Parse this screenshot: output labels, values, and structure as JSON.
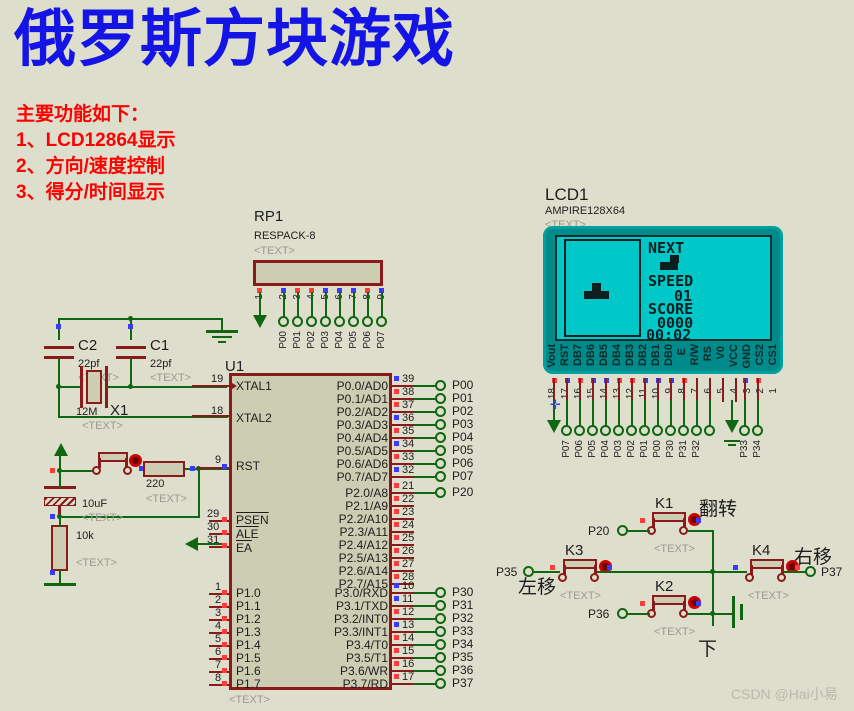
{
  "header": {
    "title": "俄罗斯方块游戏",
    "features_heading": "主要功能如下：",
    "features": [
      "1、LCD12864显示",
      "2、方向/速度控制",
      "3、得分/时间显示"
    ]
  },
  "watermark": "CSDN @Hai小易",
  "respack": {
    "ref": "RP1",
    "value": "RESPACK-8",
    "text_marker": "<TEXT>",
    "pin_numbers": [
      "1",
      "2",
      "3",
      "4",
      "5",
      "6",
      "7",
      "8",
      "9"
    ],
    "net_labels": [
      "P00",
      "P01",
      "P02",
      "P03",
      "P04",
      "P05",
      "P06",
      "P07"
    ]
  },
  "oscillator": {
    "c2_ref": "C2",
    "c2_value": "22pf",
    "c2_text": "<TEXT>",
    "c1_ref": "C1",
    "c1_value": "22pf",
    "c1_text": "<TEXT>",
    "x1_ref": "X1",
    "x1_value": "12M",
    "x1_text": "<TEXT>",
    "xtal1_pin": "19",
    "xtal2_pin": "18"
  },
  "reset": {
    "cap_value": "10uF",
    "cap_text": "<TEXT>",
    "res_value": "10k",
    "res_text": "<TEXT>",
    "series_res_value": "220",
    "series_res_text": "<TEXT>",
    "rst_pin": "9"
  },
  "mcu": {
    "ref": "U1",
    "text_marker": "<TEXT>",
    "left_pins": [
      {
        "num": "19",
        "label": "XTAL1"
      },
      {
        "num": "18",
        "label": "XTAL2"
      },
      {
        "num": "9",
        "label": "RST"
      },
      {
        "num": "29",
        "label": "PSEN",
        "overline": true
      },
      {
        "num": "30",
        "label": "ALE",
        "overline": true
      },
      {
        "num": "31",
        "label": "EA",
        "overline": true
      },
      {
        "num": "1",
        "label": "P1.0"
      },
      {
        "num": "2",
        "label": "P1.1"
      },
      {
        "num": "3",
        "label": "P1.2"
      },
      {
        "num": "4",
        "label": "P1.3"
      },
      {
        "num": "5",
        "label": "P1.4"
      },
      {
        "num": "6",
        "label": "P1.5"
      },
      {
        "num": "7",
        "label": "P1.6"
      },
      {
        "num": "8",
        "label": "P1.7"
      }
    ],
    "port0": [
      {
        "num": "39",
        "label": "P0.0/AD0",
        "net": "P00"
      },
      {
        "num": "38",
        "label": "P0.1/AD1",
        "net": "P01"
      },
      {
        "num": "37",
        "label": "P0.2/AD2",
        "net": "P02"
      },
      {
        "num": "36",
        "label": "P0.3/AD3",
        "net": "P03"
      },
      {
        "num": "35",
        "label": "P0.4/AD4",
        "net": "P04"
      },
      {
        "num": "34",
        "label": "P0.5/AD5",
        "net": "P05"
      },
      {
        "num": "33",
        "label": "P0.6/AD6",
        "net": "P06"
      },
      {
        "num": "32",
        "label": "P0.7/AD7",
        "net": "P07"
      }
    ],
    "port2": [
      {
        "num": "21",
        "label": "P2.0/A8",
        "net": "P20"
      },
      {
        "num": "22",
        "label": "P2.1/A9",
        "net": ""
      },
      {
        "num": "23",
        "label": "P2.2/A10",
        "net": ""
      },
      {
        "num": "24",
        "label": "P2.3/A11",
        "net": ""
      },
      {
        "num": "25",
        "label": "P2.4/A12",
        "net": ""
      },
      {
        "num": "26",
        "label": "P2.5/A13",
        "net": ""
      },
      {
        "num": "27",
        "label": "P2.6/A14",
        "net": ""
      },
      {
        "num": "28",
        "label": "P2.7/A15",
        "net": ""
      }
    ],
    "port3": [
      {
        "num": "10",
        "label": "P3.0/RXD",
        "net": "P30"
      },
      {
        "num": "11",
        "label": "P3.1/TXD",
        "net": "P31"
      },
      {
        "num": "12",
        "label": "P3.2/INT0",
        "net": "P32"
      },
      {
        "num": "13",
        "label": "P3.3/INT1",
        "net": "P33"
      },
      {
        "num": "14",
        "label": "P3.4/T0",
        "net": "P34"
      },
      {
        "num": "15",
        "label": "P3.5/T1",
        "net": "P35"
      },
      {
        "num": "16",
        "label": "P3.6/WR",
        "net": "P36"
      },
      {
        "num": "17",
        "label": "P3.7/RD",
        "net": "P37"
      }
    ]
  },
  "lcd": {
    "ref": "LCD1",
    "model": "AMPIRE128X64",
    "text_marker": "<TEXT>",
    "screen": {
      "next_label": "NEXT",
      "speed_label": "SPEED",
      "speed_value": "01",
      "score_label": "SCORE",
      "score_value": "0000",
      "time_value": "00:02"
    },
    "pins": [
      {
        "num": "18",
        "label": "Vout",
        "net": ""
      },
      {
        "num": "17",
        "label": "RST",
        "net": ""
      },
      {
        "num": "16",
        "label": "DB7",
        "net": "P07"
      },
      {
        "num": "15",
        "label": "DB6",
        "net": "P06"
      },
      {
        "num": "14",
        "label": "DB5",
        "net": "P05"
      },
      {
        "num": "13",
        "label": "DB4",
        "net": "P04"
      },
      {
        "num": "12",
        "label": "DB3",
        "net": "P03"
      },
      {
        "num": "11",
        "label": "DB2",
        "net": "P02"
      },
      {
        "num": "10",
        "label": "DB1",
        "net": "P01"
      },
      {
        "num": "9",
        "label": "DB0",
        "net": "P00"
      },
      {
        "num": "8",
        "label": "E",
        "net": "P30"
      },
      {
        "num": "7",
        "label": "R/W",
        "net": "P31"
      },
      {
        "num": "6",
        "label": "RS",
        "net": "P32"
      },
      {
        "num": "5",
        "label": "V0",
        "net": ""
      },
      {
        "num": "4",
        "label": "VCC",
        "net": ""
      },
      {
        "num": "3",
        "label": "GND",
        "net": ""
      },
      {
        "num": "2",
        "label": "CS2",
        "net": "P33"
      },
      {
        "num": "1",
        "label": "CS1",
        "net": "P34"
      }
    ]
  },
  "buttons": [
    {
      "ref": "K1",
      "function": "翻转",
      "net": "P20",
      "text": "<TEXT>"
    },
    {
      "ref": "K2",
      "function": "下",
      "net": "P36",
      "text": "<TEXT>"
    },
    {
      "ref": "K3",
      "function": "左移",
      "net": "P35",
      "text": "<TEXT>"
    },
    {
      "ref": "K4",
      "function": "右移",
      "net": "P37",
      "text": "<TEXT>"
    }
  ],
  "colors": {
    "background": "#dedecd",
    "title_blue": "#1414e6",
    "feature_red": "#ff0000",
    "wire_green": "#116611",
    "component_red": "#8b1a1a",
    "chip_fill": "#cdcdb4",
    "lcd_body": "#008a8a",
    "lcd_screen": "#00c8c8"
  }
}
